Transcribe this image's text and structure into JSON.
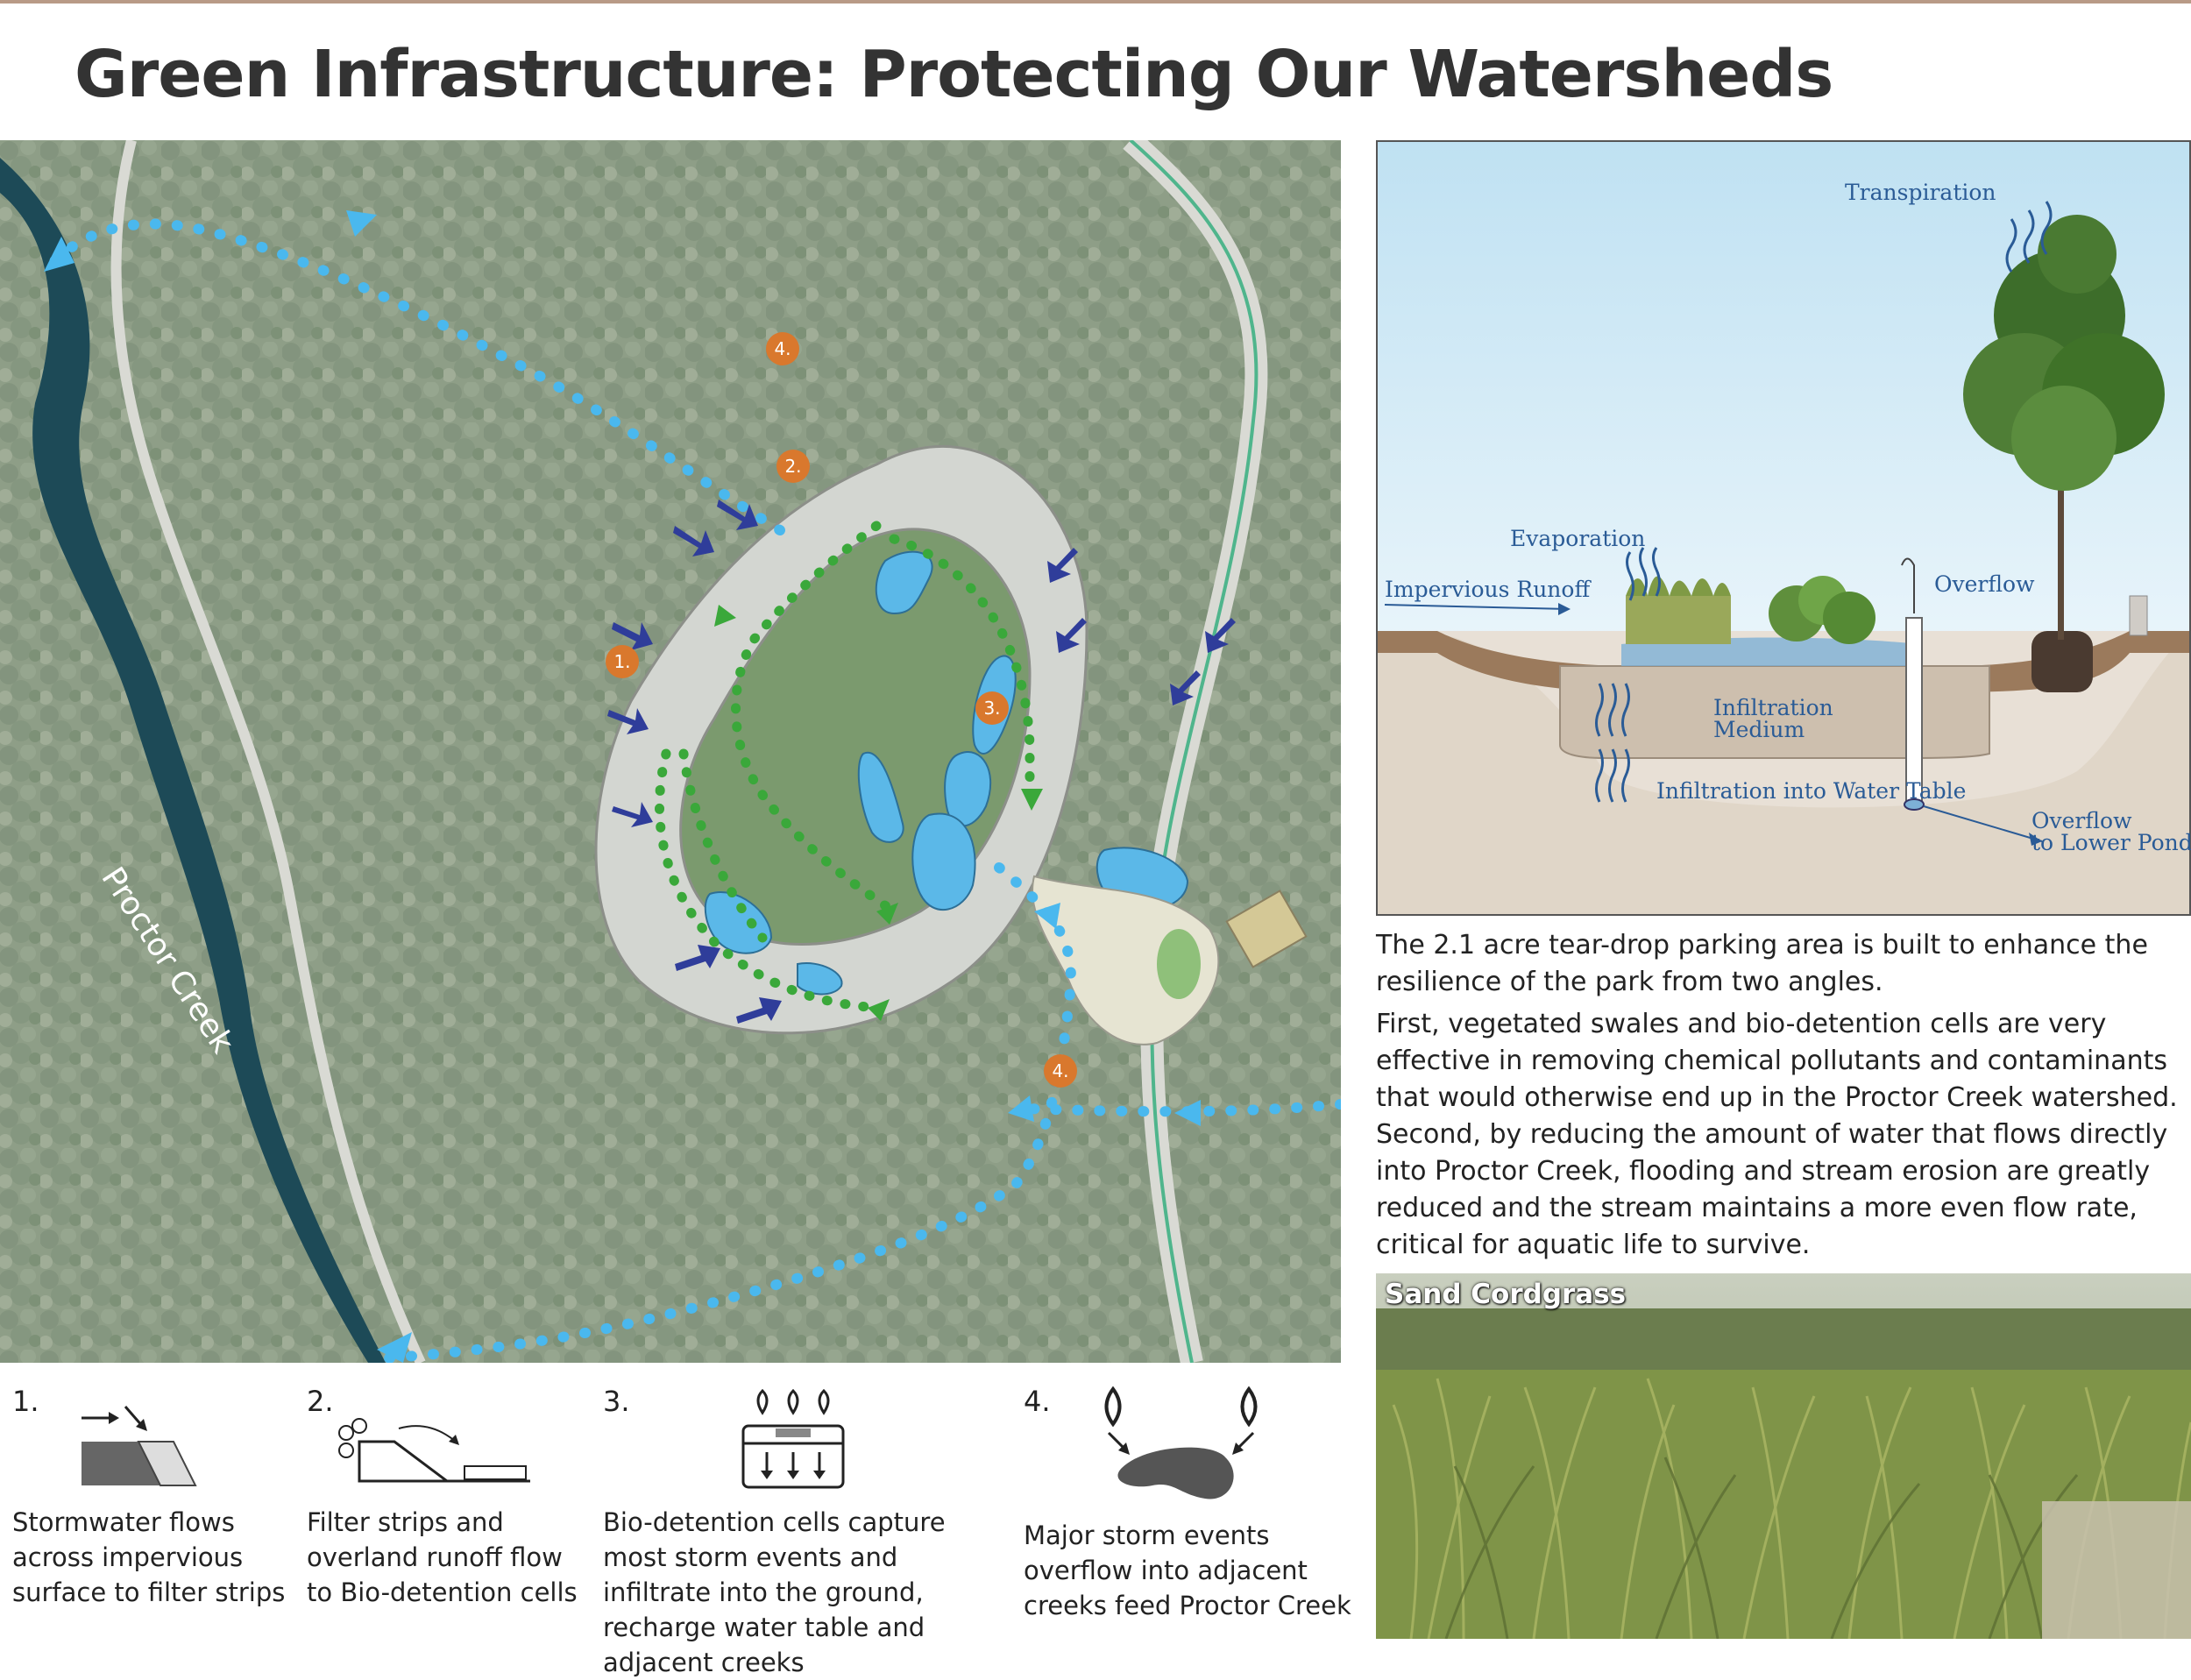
{
  "title": "Green Infrastructure: Protecting Our Watersheds",
  "map": {
    "creek_label": "Proctor Creek",
    "markers": [
      "1.",
      "2.",
      "3.",
      "4.",
      "4."
    ]
  },
  "section_diagram": {
    "labels": {
      "transpiration": "Transpiration",
      "evaporation": "Evaporation",
      "impervious_runoff": "Impervious Runoff",
      "overflow": "Overflow",
      "infiltration_medium_line1": "Infiltration",
      "infiltration_medium_line2": "Medium",
      "infiltration_water_table": "Infiltration into Water Table",
      "overflow_lower_pond_line1": "Overflow",
      "overflow_lower_pond_line2": "to  Lower Pond"
    }
  },
  "description": {
    "paragraph1": "The 2.1 acre tear-drop parking area is built to enhance the resilience of the park from two angles.",
    "paragraph2": "First, vegetated swales and bio-detention cells are very effective in removing chemical pollutants and contaminants that would otherwise end up in the Proctor Creek watershed. Second, by reducing the amount of water that flows directly into Proctor Creek, flooding and stream erosion are greatly reduced and the stream maintains a more even flow rate, critical for aquatic life to survive."
  },
  "photo": {
    "label": "Sand Cordgrass"
  },
  "legend": [
    {
      "number": "1.",
      "text": "Stormwater flows across impervious surface to filter strips",
      "icon": "impervious-surface-icon"
    },
    {
      "number": "2.",
      "text": "Filter strips and overland runoff flow to Bio-detention cells",
      "icon": "filter-strip-icon"
    },
    {
      "number": "3.",
      "text": "Bio-detention cells capture most storm events and infiltrate into the ground, recharge water table and adjacent creeks",
      "icon": "bio-detention-icon"
    },
    {
      "number": "4.",
      "text": "Major storm events overflow into adjacent creeks feed Proctor Creek",
      "icon": "pond-overflow-icon"
    }
  ],
  "colors": {
    "title": "#333333",
    "creek": "#1d4a57",
    "overflow_path": "#4ab8ee",
    "swale_path": "#3aa83a",
    "runoff_arrow": "#2f3d9a",
    "badge": "#d9782d",
    "bio_cell": "#5bb8e8",
    "section_label": "#2a5b96"
  }
}
